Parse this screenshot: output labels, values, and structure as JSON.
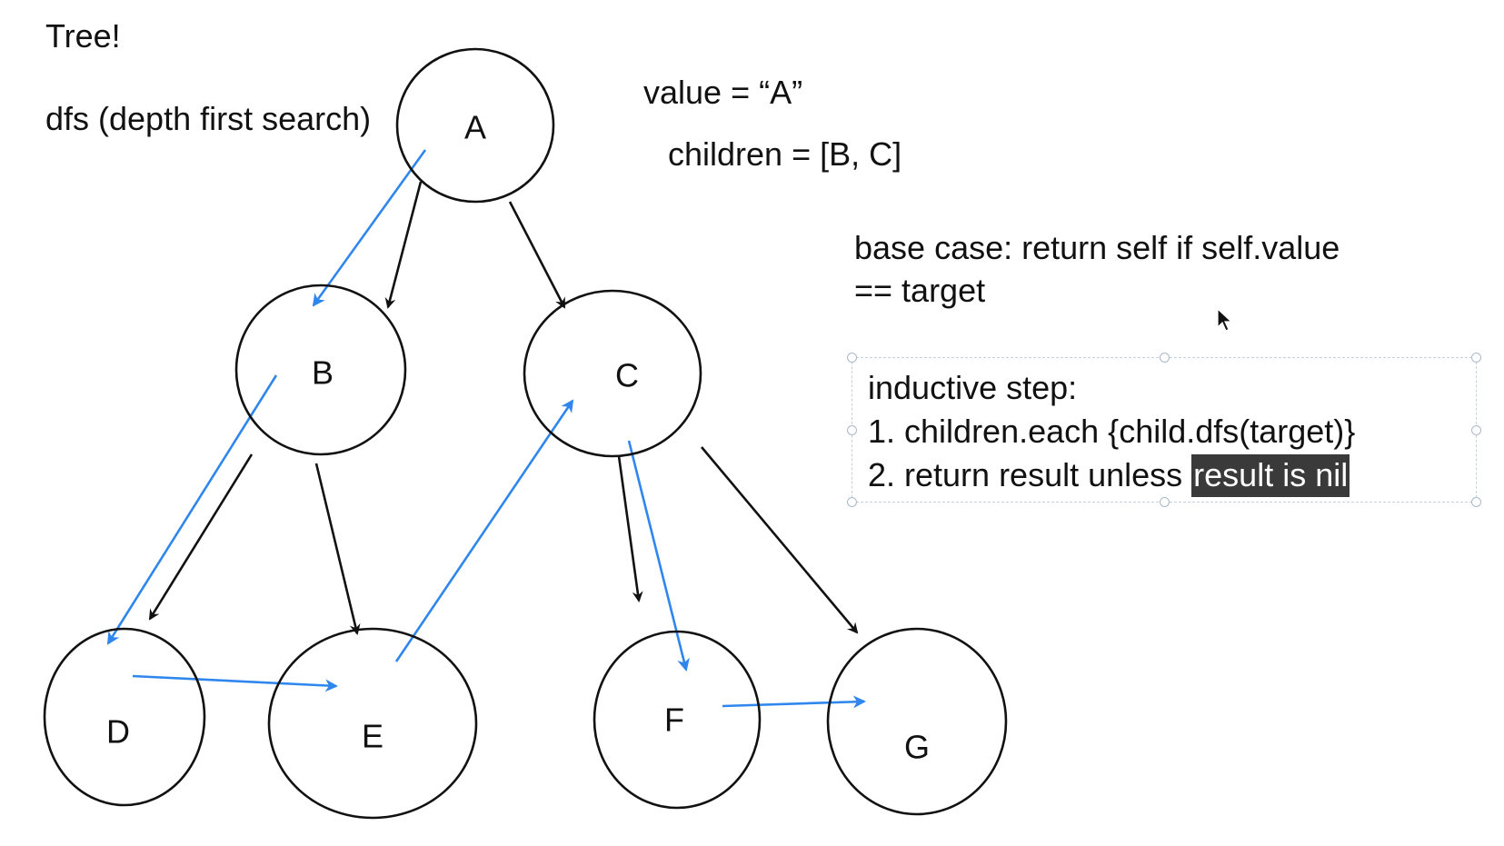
{
  "title": "Tree!",
  "subtitle": "dfs (depth first search)",
  "node_info": {
    "value_line": "value = “A”",
    "children_line": "children = [B, C]"
  },
  "base_case": {
    "line1": "base case: return self if self.value",
    "line2": "== target"
  },
  "inductive_step": {
    "heading": "inductive step:",
    "step1": "1. children.each {child.dfs(target)}",
    "step2_prefix": "2. return result  unless ",
    "step2_highlight": "result is nil"
  },
  "tree": {
    "nodes": [
      {
        "id": "A",
        "label": "A"
      },
      {
        "id": "B",
        "label": "B"
      },
      {
        "id": "C",
        "label": "C"
      },
      {
        "id": "D",
        "label": "D"
      },
      {
        "id": "E",
        "label": "E"
      },
      {
        "id": "F",
        "label": "F"
      },
      {
        "id": "G",
        "label": "G"
      }
    ],
    "edges": [
      {
        "from": "A",
        "to": "B"
      },
      {
        "from": "A",
        "to": "C"
      },
      {
        "from": "B",
        "to": "D"
      },
      {
        "from": "B",
        "to": "E"
      },
      {
        "from": "C",
        "to": "F"
      },
      {
        "from": "C",
        "to": "G"
      }
    ],
    "traversal_order": [
      "A",
      "B",
      "D",
      "E",
      "C",
      "F",
      "G"
    ]
  },
  "colors": {
    "edge": "#111111",
    "traversal": "#2f87ee",
    "highlight_bg": "#3a3a3a",
    "highlight_text": "#ffffff",
    "selection_border": "#c4d0de"
  },
  "icons": {
    "cursor": "mouse-pointer-icon"
  }
}
